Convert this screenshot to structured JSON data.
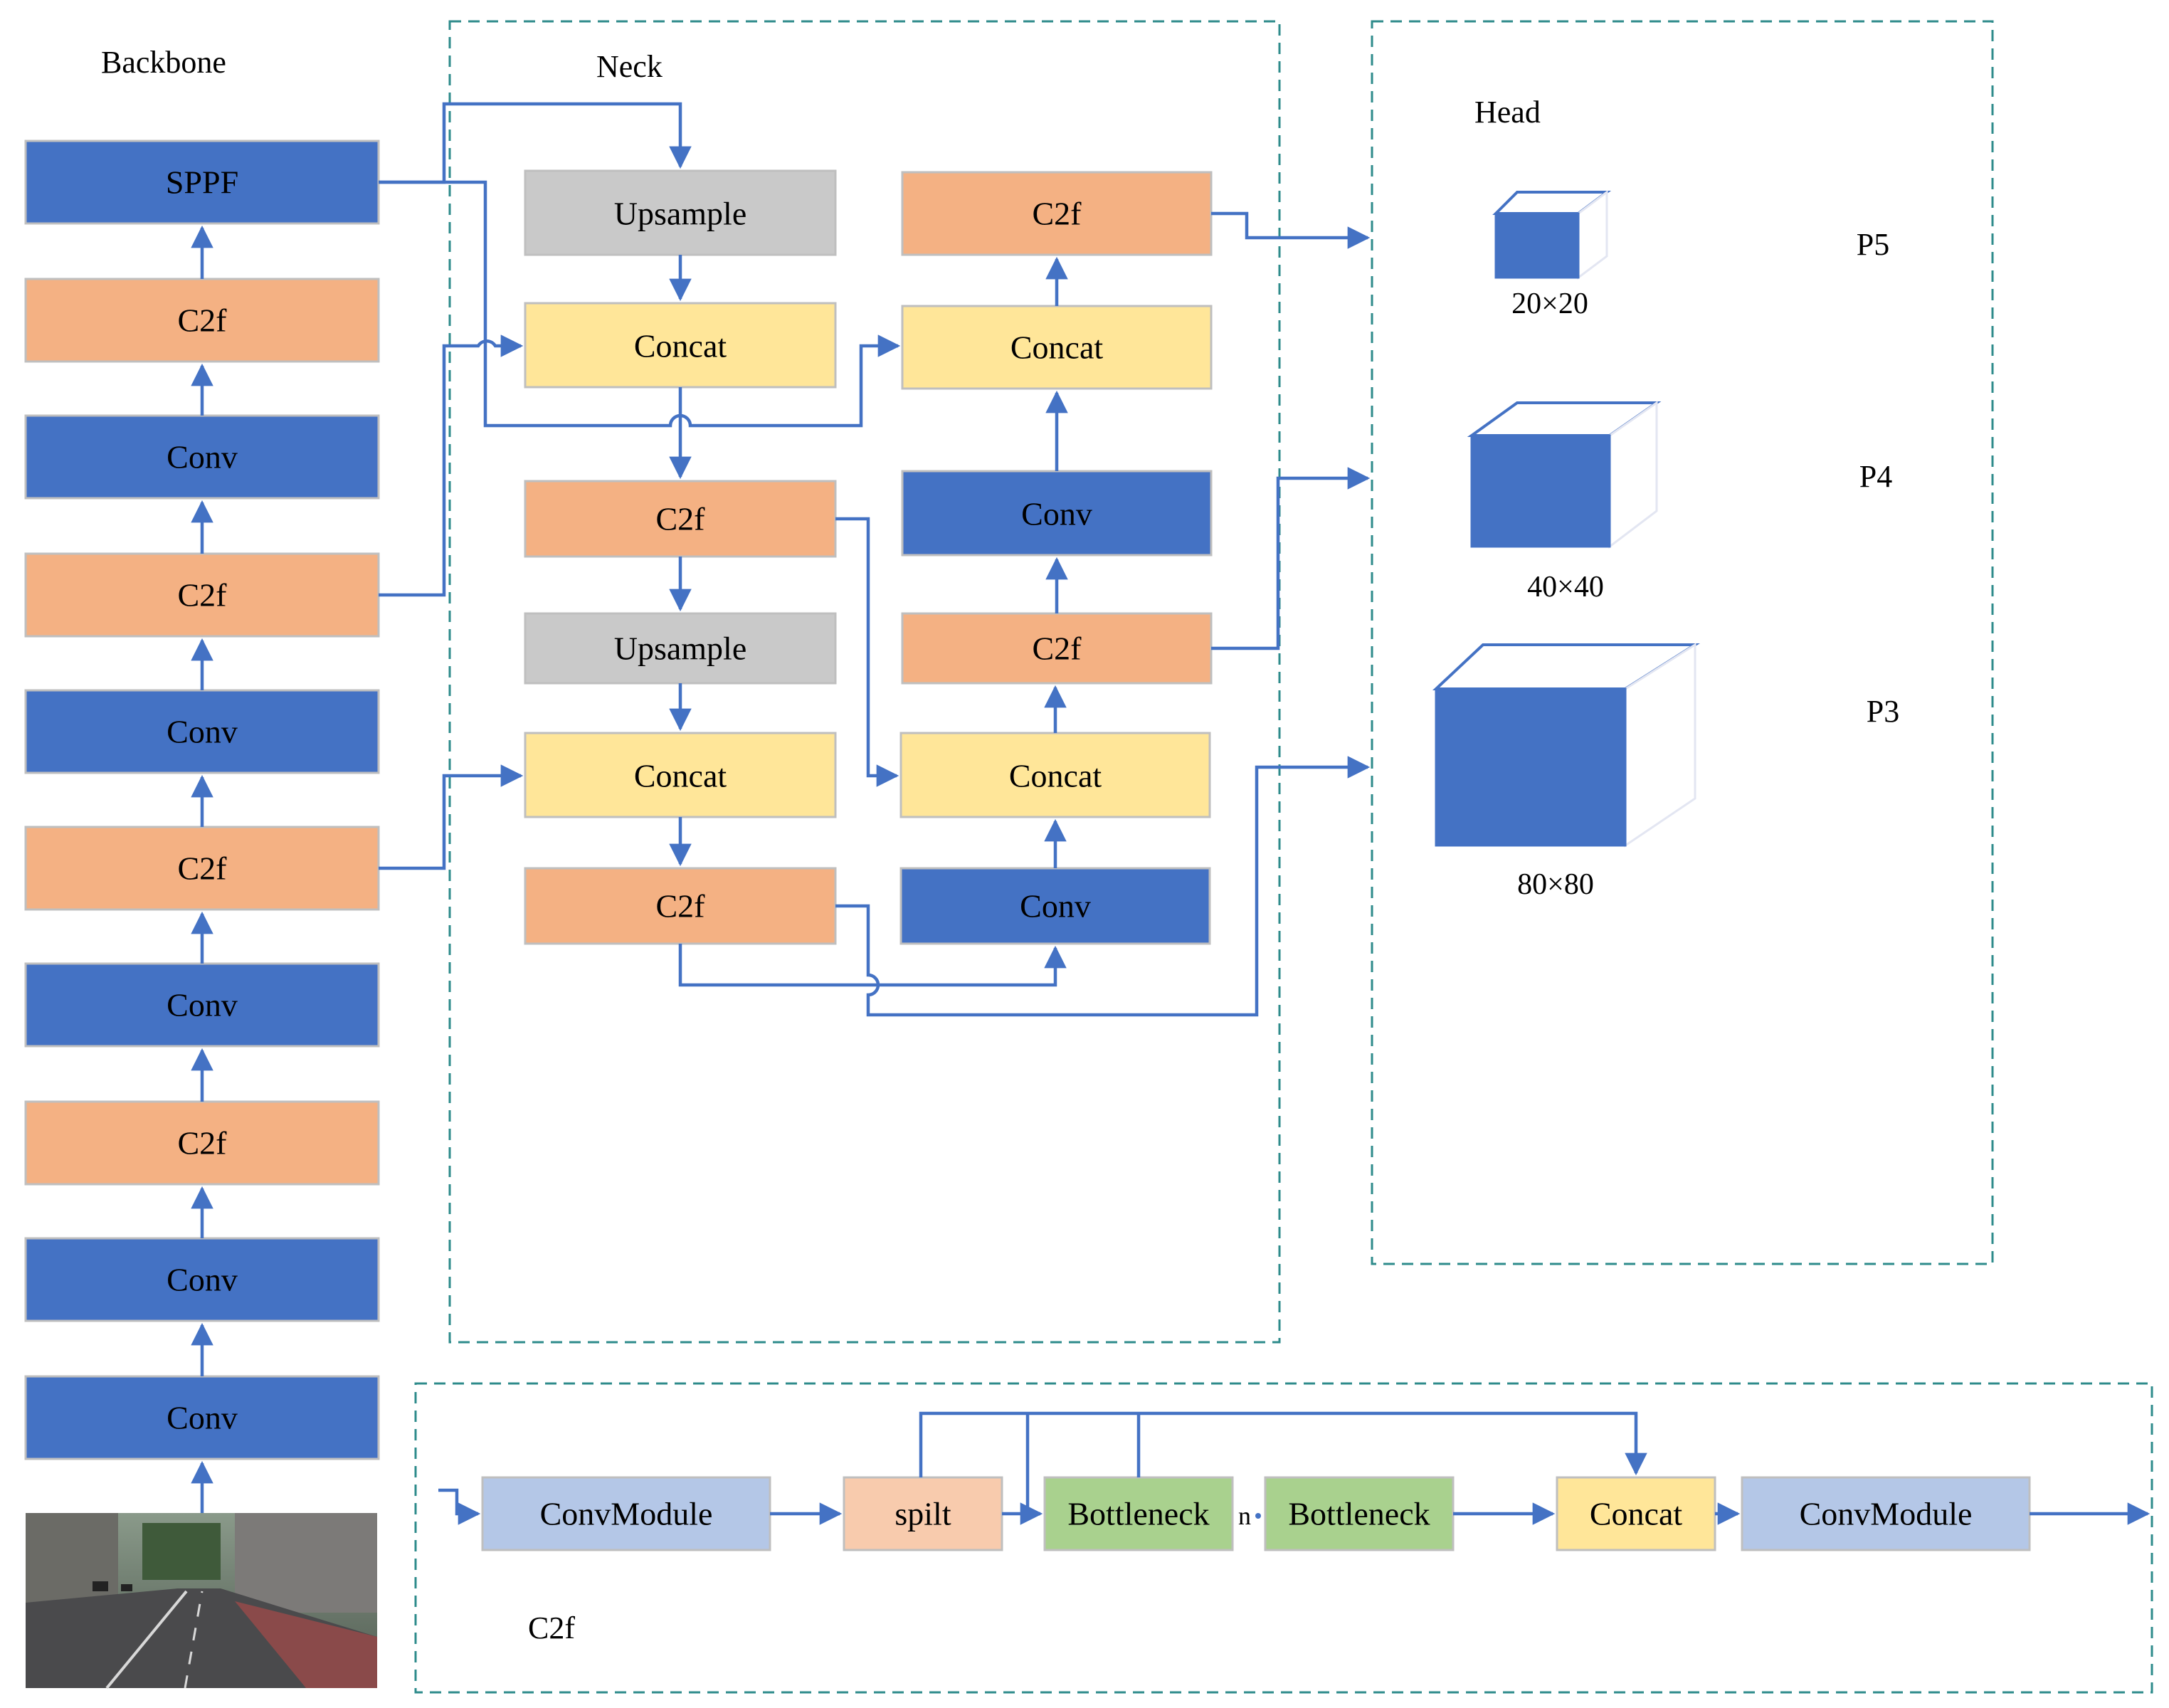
{
  "colors": {
    "conv": "#4472C4",
    "c2f": "#F4B183",
    "upsample": "#C9C9C9",
    "concat": "#FFE699",
    "convmodule": "#B4C7E7",
    "split": "#F8CBAD",
    "bottleneck": "#A9D18E",
    "wire": "#4472C4",
    "dashed_border": "#2E8B8B"
  },
  "backbone": {
    "title": "Backbone",
    "blocks": [
      "SPPF",
      "C2f",
      "Conv",
      "C2f",
      "Conv",
      "C2f",
      "Conv",
      "C2f",
      "Conv",
      "Conv"
    ]
  },
  "neck": {
    "title": "Neck",
    "left_column": [
      "Upsample",
      "Concat",
      "C2f",
      "Upsample",
      "Concat",
      "C2f"
    ],
    "right_column": [
      "C2f",
      "Concat",
      "Conv",
      "C2f",
      "Concat",
      "Conv"
    ]
  },
  "head": {
    "title": "Head",
    "outputs": [
      {
        "name": "P5",
        "size": "20×20"
      },
      {
        "name": "P4",
        "size": "40×40"
      },
      {
        "name": "P3",
        "size": "80×80"
      }
    ]
  },
  "c2f_module": {
    "title": "C2f",
    "blocks": [
      "ConvModule",
      "spilt",
      "Bottleneck",
      "Bottleneck",
      "Concat",
      "ConvModule"
    ],
    "repeat_label": "n"
  }
}
